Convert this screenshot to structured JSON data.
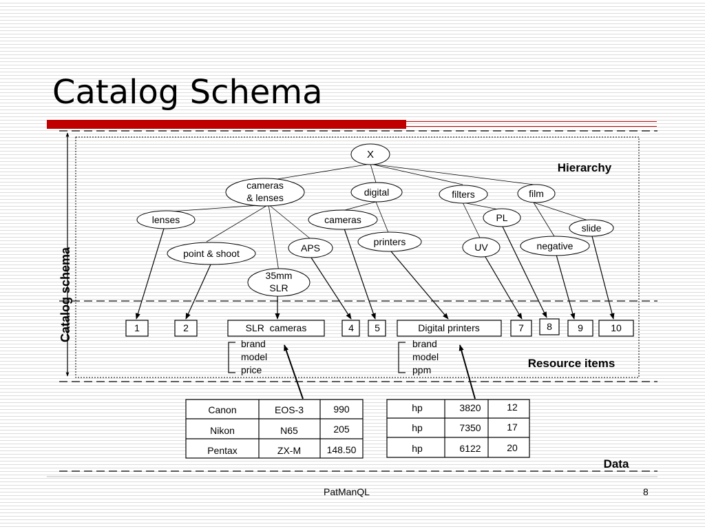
{
  "slide": {
    "title": "Catalog Schema",
    "footer": "PatManQL",
    "page_number": "8"
  },
  "diagram": {
    "side_label": "Catalog schema",
    "section_labels": {
      "hierarchy": "Hierarchy",
      "resource_items": "Resource items",
      "data": "Data"
    },
    "hierarchy_nodes": {
      "root": "X",
      "cameras_lenses": [
        "cameras",
        "& lenses"
      ],
      "digital": "digital",
      "filters": "filters",
      "film": "film",
      "lenses": "lenses",
      "cameras": "cameras",
      "pl": "PL",
      "slide": "slide",
      "point_shoot": "point & shoot",
      "printers": "printers",
      "aps": "APS",
      "uv": "UV",
      "negative": "negative",
      "slr35": [
        "35mm",
        "SLR"
      ]
    },
    "resource_items": {
      "r1": "1",
      "r2": "2",
      "slr_cameras": "SLR  cameras",
      "r4": "4",
      "r5": "5",
      "digital_printers": "Digital printers",
      "r7": "7",
      "r8": "8",
      "r9": "9",
      "r10": "10"
    },
    "attributes": {
      "slr_cameras": [
        "brand",
        "model",
        "price"
      ],
      "digital_printers": [
        "brand",
        "model",
        "ppm"
      ]
    },
    "data_tables": {
      "cameras": [
        [
          "Canon",
          "EOS-3",
          "990"
        ],
        [
          "Nikon",
          "N65",
          "205"
        ],
        [
          "Pentax",
          "ZX-M",
          "148.50"
        ]
      ],
      "printers": [
        [
          "hp",
          "3820",
          "12"
        ],
        [
          "hp",
          "7350",
          "17"
        ],
        [
          "hp",
          "6122",
          "20"
        ]
      ]
    }
  }
}
